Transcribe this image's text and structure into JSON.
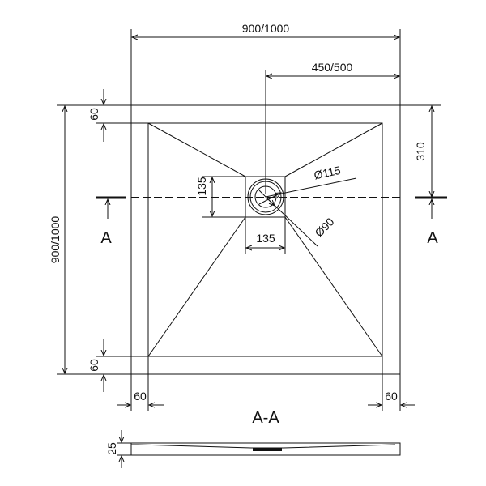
{
  "drawing": {
    "dimensions": {
      "overall_width": "900/1000",
      "half_width": "450/500",
      "overall_height": "900/1000",
      "top_offset": "60",
      "bottom_offset": "60",
      "left_offset": "60",
      "right_offset": "60",
      "drain_offset": "310",
      "drain_height": "135",
      "drain_width": "135",
      "outer_diameter": "Ø115",
      "inner_diameter": "Ø90",
      "thickness": "25"
    },
    "section_markers": {
      "left": "A",
      "right": "A",
      "title": "A-A"
    }
  }
}
